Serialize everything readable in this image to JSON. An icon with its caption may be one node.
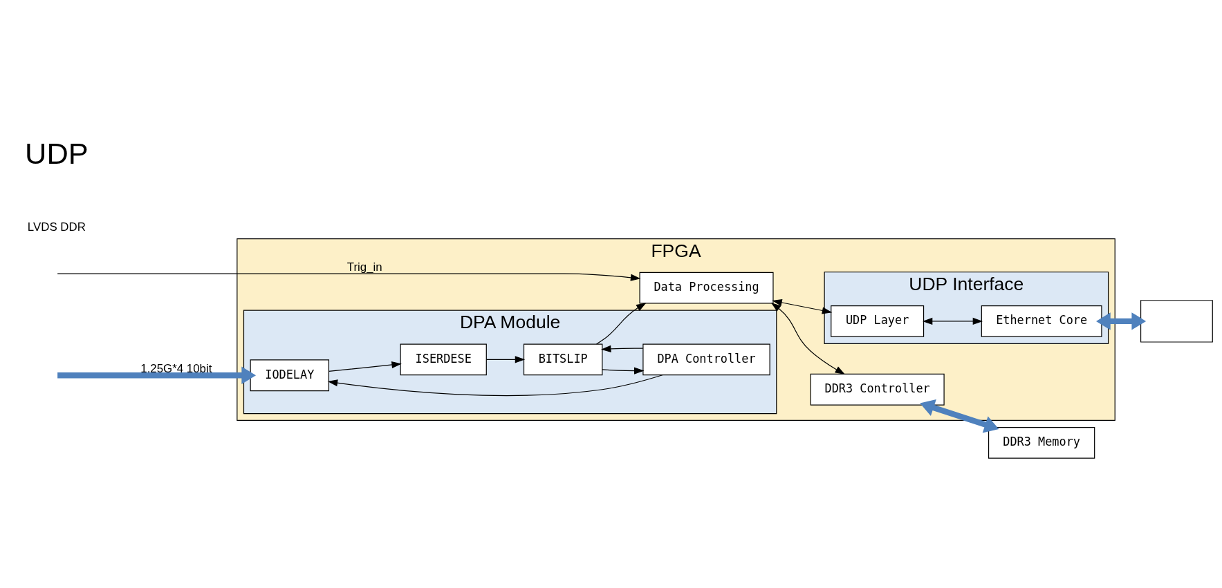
{
  "diagram": {
    "nodes": [
      {
        "text": [
          "FPGA"
        ]
      },
      {
        "text": [
          "DPA Module"
        ],
        "in": 0
      },
      {
        "text": [
          "IODELAY"
        ],
        "in": 1
      },
      {
        "text": [
          "ISERDESE"
        ],
        "in": 1
      },
      {
        "text": [
          "BITSLIP"
        ],
        "in": 1
      },
      {
        "text": [
          "DPA Controller"
        ],
        "in": 1
      },
      {
        "text": [
          "Data Processing"
        ],
        "in": 0
      },
      {
        "text": [
          "DDR3 Controller"
        ],
        "in": 0
      },
      {
        "text": [
          "UDP Interface"
        ],
        "in": 0
      },
      {
        "text": [
          "UDP Layer"
        ],
        "in": 8
      },
      {
        "text": [
          "Ethernet Core"
        ],
        "in": 8
      },
      {
        "text": [],
        "shape": "box"
      },
      {
        "text": [
          "DDR3 Memory"
        ]
      }
    ],
    "edges": [
      {
        "from": null,
        "to": 2,
        "arrow": "to",
        "label": "1.25G*4 10bit",
        "style": "thick",
        "color": "#4f81bd"
      },
      {
        "from": 2,
        "to": 3,
        "arrow": "to"
      },
      {
        "from": 3,
        "to": 4,
        "arrow": "to"
      },
      {
        "from": 4,
        "to": 6,
        "arrow": "to"
      },
      {
        "from": 4,
        "to": 5,
        "arrow": "to"
      },
      {
        "from": 5,
        "to": 2,
        "arrow": "to"
      },
      {
        "from": 5,
        "to": 4,
        "arrow": "to"
      },
      {
        "from": null,
        "to": 6,
        "arrow": "to",
        "label": "Trig_in"
      },
      {
        "from": 6,
        "to": 9,
        "arrow": "both"
      },
      {
        "from": 9,
        "to": 10,
        "arrow": "both"
      },
      {
        "from": 10,
        "to": 11,
        "arrow": "both",
        "style": "thick",
        "color": "#4f81bd"
      },
      {
        "from": 6,
        "to": 7,
        "arrow": "both"
      },
      {
        "from": 7,
        "to": 12,
        "arrow": "both",
        "style": "thick",
        "color": "#4f81bd"
      }
    ],
    "labels": [
      "LVDS DDR",
      "UDP"
    ]
  }
}
